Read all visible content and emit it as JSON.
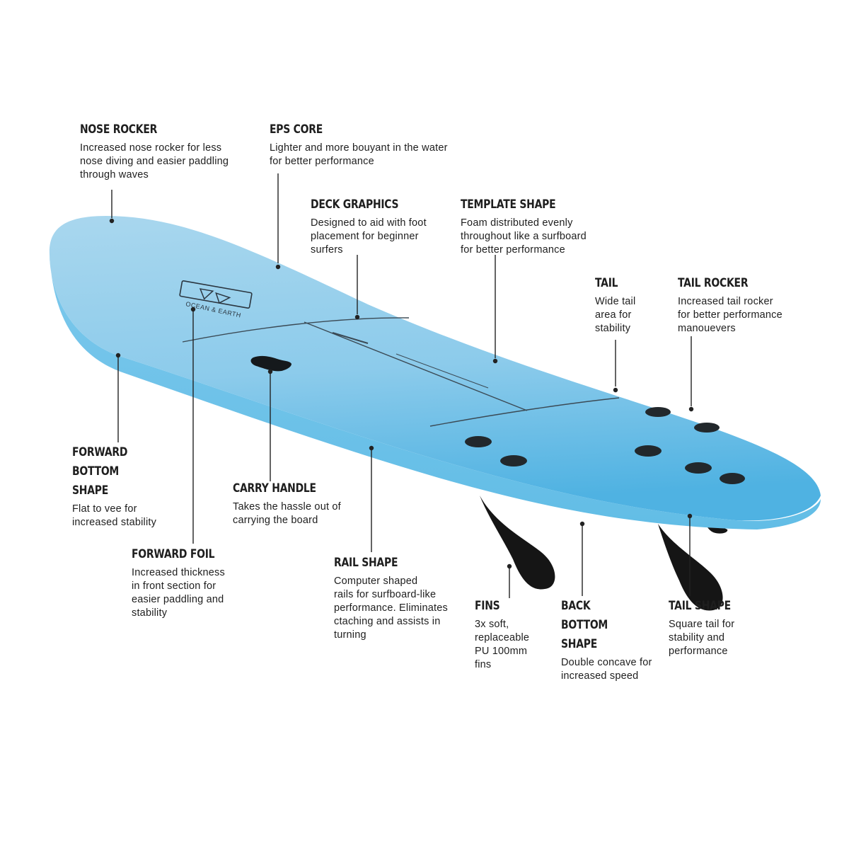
{
  "brand": {
    "logo_label": "OCEAN & EARTH"
  },
  "colors": {
    "board_top": "#a9d7ee",
    "board_mid": "#8ccbeb",
    "board_bottom": "#4fb2e2",
    "rail": "#62bde6",
    "fin": "#151515",
    "text": "#1e1e1e",
    "leader": "#222222"
  },
  "callouts": [
    {
      "id": "nose-rocker",
      "title": "NOSE ROCKER",
      "desc": "Increased nose rocker for less\nnose diving and easier paddling\nthrough waves"
    },
    {
      "id": "eps-core",
      "title": "EPS CORE",
      "desc": "Lighter and more bouyant in the water\nfor better performance"
    },
    {
      "id": "deck-graphics",
      "title": "DECK GRAPHICS",
      "desc": "Designed to aid with foot\nplacement for beginner\nsurfers"
    },
    {
      "id": "template-shape",
      "title": "TEMPLATE SHAPE",
      "desc": "Foam distributed evenly\nthroughout like a surfboard\nfor better performance"
    },
    {
      "id": "tail",
      "title": "TAIL",
      "desc": "Wide tail\narea for\nstability"
    },
    {
      "id": "tail-rocker",
      "title": "TAIL ROCKER",
      "desc": "Increased tail rocker\nfor better performance\nmanouevers"
    },
    {
      "id": "forward-bottom-shape",
      "title": "FORWARD\nBOTTOM\nSHAPE",
      "desc": "Flat to vee for\nincreased stability"
    },
    {
      "id": "carry-handle",
      "title": "CARRY HANDLE",
      "desc": "Takes the hassle out of\ncarrying the board"
    },
    {
      "id": "forward-foil",
      "title": "FORWARD FOIL",
      "desc": "Increased thickness\nin front section for\neasier paddling and\nstability"
    },
    {
      "id": "rail-shape",
      "title": "RAIL SHAPE",
      "desc": "Computer shaped\nrails for surfboard-like\nperformance. Eliminates\nctaching and assists in\nturning"
    },
    {
      "id": "fins",
      "title": "FINS",
      "desc": "3x soft,\nreplaceable\nPU 100mm\nfins"
    },
    {
      "id": "back-bottom-shape",
      "title": "BACK\nBOTTOM\nSHAPE",
      "desc": "Double concave for\nincreased speed"
    },
    {
      "id": "tail-shape",
      "title": "TAIL SHAPE",
      "desc": "Square tail for\nstability and\nperformance"
    }
  ]
}
